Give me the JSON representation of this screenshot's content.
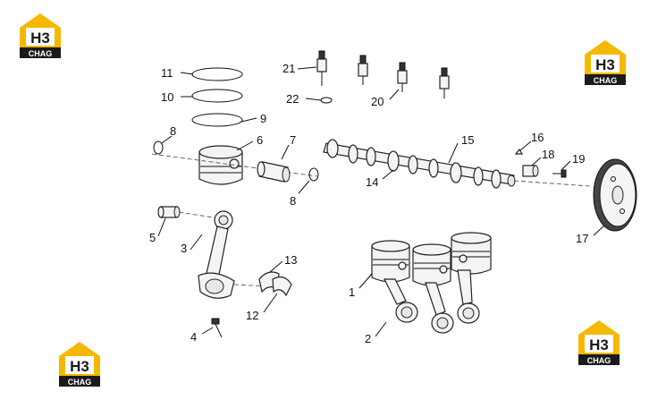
{
  "logo": {
    "letters": "H3",
    "text": "CHAG",
    "color_yellow": "#f5b800",
    "color_dark": "#1a1a1a"
  },
  "callouts": [
    "1",
    "2",
    "3",
    "4",
    "5",
    "6",
    "7",
    "8",
    "8",
    "9",
    "10",
    "11",
    "12",
    "13",
    "14",
    "15",
    "16",
    "17",
    "18",
    "19",
    "20",
    "21",
    "22"
  ]
}
